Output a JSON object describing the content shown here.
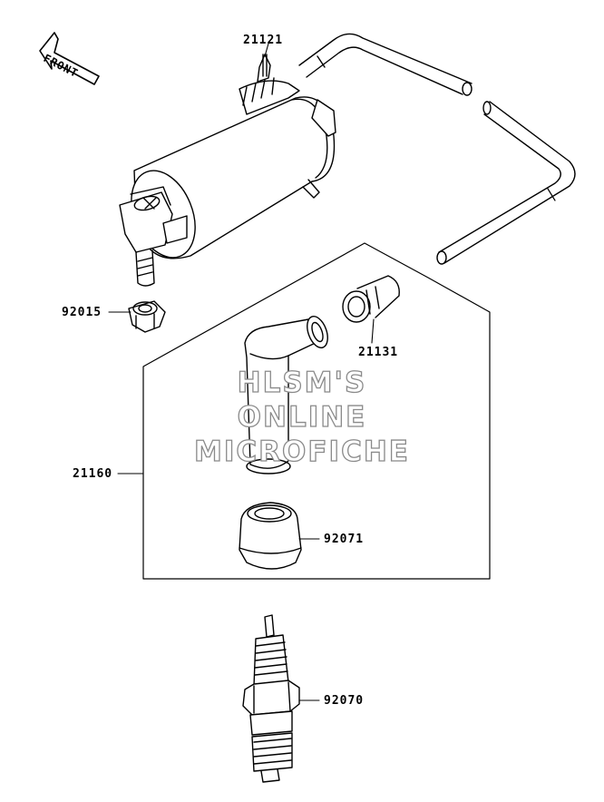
{
  "front_marker": {
    "text": "FRONT"
  },
  "labels": {
    "ignition_coil": "21121",
    "nut": "92015",
    "cap_grommet": "21131",
    "plug_cap_assembly": "21160",
    "seal_boot": "92071",
    "spark_plug": "92070"
  },
  "watermark": {
    "line1": "HLSM'S",
    "line2": "ONLINE",
    "line3": "MICROFICHE"
  }
}
